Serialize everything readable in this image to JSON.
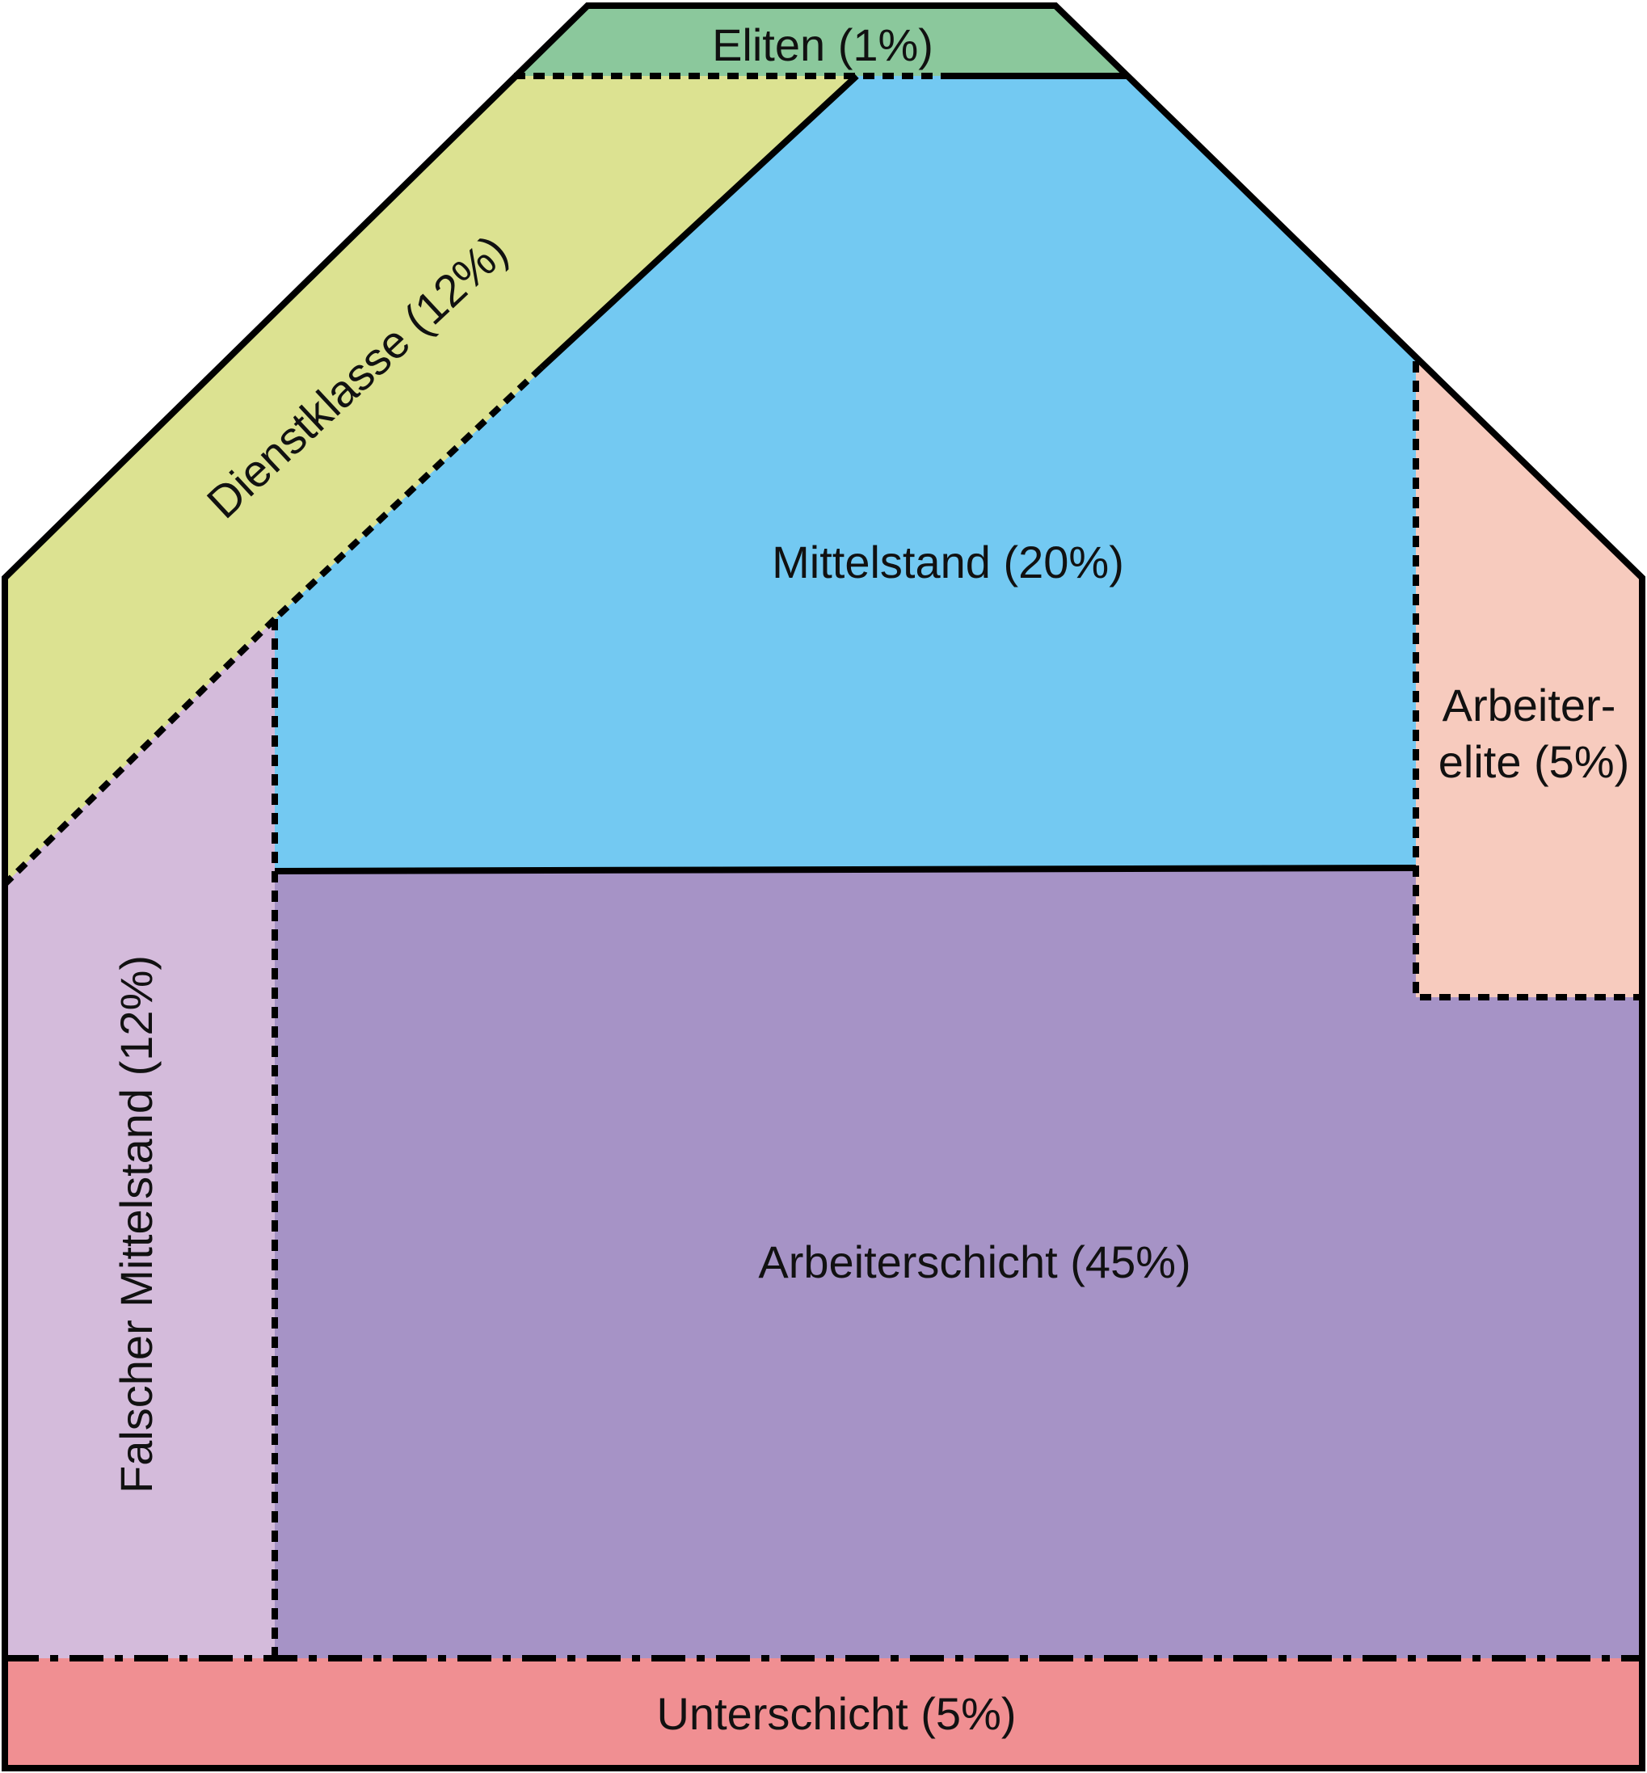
{
  "diagram": {
    "colors": {
      "eliten": "#8BC89C",
      "dienstklasse": "#DCE291",
      "mittelstand": "#73C9F2",
      "arbeiterelite": "#F7CBBE",
      "falscher_mittelstand": "#D4BBDB",
      "arbeiterschicht": "#A693C6",
      "unterschicht": "#F08F92"
    },
    "labels": {
      "eliten": "Eliten (1%)",
      "dienstklasse": "Dienstklasse (12%)",
      "mittelstand": "Mittelstand (20%)",
      "arbeiterelite_line1": "Arbeiter-",
      "arbeiterelite_line2": "elite (5%)",
      "falscher_mittelstand": "Falscher Mittelstand (12%)",
      "arbeiterschicht": "Arbeiterschicht (45%)",
      "unterschicht": "Unterschicht (5%)"
    }
  }
}
